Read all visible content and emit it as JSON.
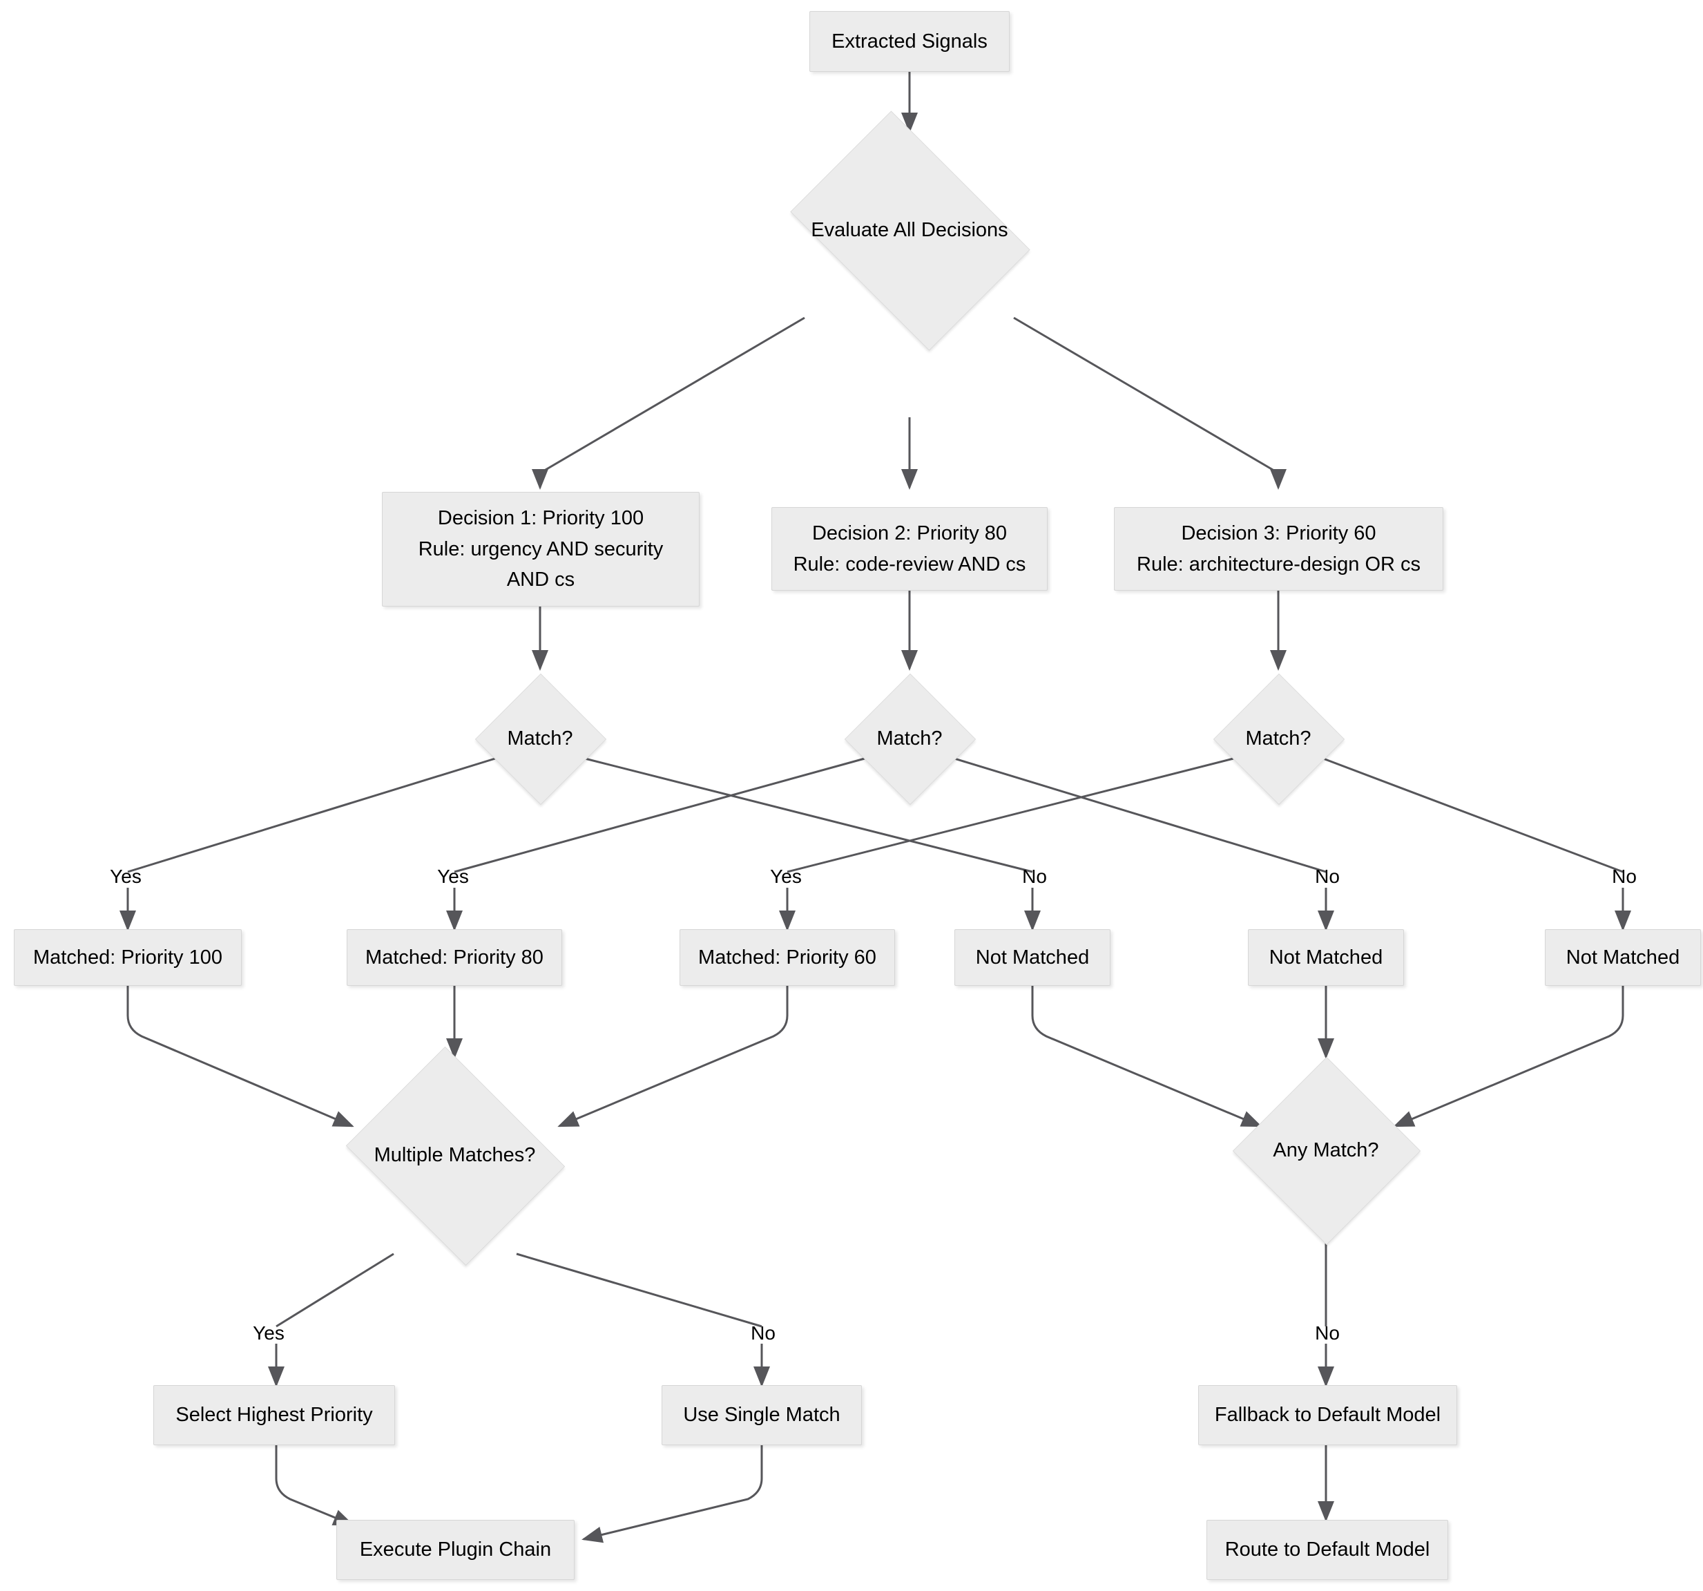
{
  "diagram": {
    "type": "flowchart",
    "title": "Decision Routing Flowchart",
    "background_color": "#ffffff",
    "node_fill": "#ECECEC",
    "node_stroke": "#D6D6D6",
    "edge_color": "#4A4A4A",
    "text_color": "#000000",
    "nodes": {
      "extracted_signals": {
        "label": "Extracted Signals",
        "shape": "rect"
      },
      "evaluate_all": {
        "label": "Evaluate All Decisions",
        "shape": "diamond"
      },
      "decision1": {
        "label": "Decision 1: Priority 100\nRule: urgency AND security\nAND cs",
        "shape": "rect"
      },
      "decision2": {
        "label": "Decision 2: Priority 80\nRule: code-review AND cs",
        "shape": "rect"
      },
      "decision3": {
        "label": "Decision 3: Priority 60\nRule: architecture-design OR cs",
        "shape": "rect"
      },
      "match1": {
        "label": "Match?",
        "shape": "diamond"
      },
      "match2": {
        "label": "Match?",
        "shape": "diamond"
      },
      "match3": {
        "label": "Match?",
        "shape": "diamond"
      },
      "matched100": {
        "label": "Matched: Priority 100",
        "shape": "rect"
      },
      "matched80": {
        "label": "Matched: Priority 80",
        "shape": "rect"
      },
      "matched60": {
        "label": "Matched: Priority 60",
        "shape": "rect"
      },
      "notmatched1": {
        "label": "Not Matched",
        "shape": "rect"
      },
      "notmatched2": {
        "label": "Not Matched",
        "shape": "rect"
      },
      "notmatched3": {
        "label": "Not Matched",
        "shape": "rect"
      },
      "multiple_matches": {
        "label": "Multiple Matches?",
        "shape": "diamond"
      },
      "any_match": {
        "label": "Any Match?",
        "shape": "diamond"
      },
      "select_highest": {
        "label": "Select Highest Priority",
        "shape": "rect"
      },
      "use_single": {
        "label": "Use Single Match",
        "shape": "rect"
      },
      "fallback_default": {
        "label": "Fallback to Default Model",
        "shape": "rect"
      },
      "execute_plugin": {
        "label": "Execute Plugin Chain",
        "shape": "rect"
      },
      "route_default": {
        "label": "Route to Default Model",
        "shape": "rect"
      }
    },
    "edge_labels": {
      "yes1": "Yes",
      "yes2": "Yes",
      "yes3": "Yes",
      "no1": "No",
      "no2": "No",
      "no3": "No",
      "multi_yes": "Yes",
      "multi_no": "No",
      "any_no": "No"
    },
    "edges": [
      {
        "from": "extracted_signals",
        "to": "evaluate_all",
        "label": ""
      },
      {
        "from": "evaluate_all",
        "to": "decision1",
        "label": ""
      },
      {
        "from": "evaluate_all",
        "to": "decision2",
        "label": ""
      },
      {
        "from": "evaluate_all",
        "to": "decision3",
        "label": ""
      },
      {
        "from": "decision1",
        "to": "match1",
        "label": ""
      },
      {
        "from": "decision2",
        "to": "match2",
        "label": ""
      },
      {
        "from": "decision3",
        "to": "match3",
        "label": ""
      },
      {
        "from": "match1",
        "to": "matched100",
        "label": "Yes"
      },
      {
        "from": "match1",
        "to": "notmatched1",
        "label": "No"
      },
      {
        "from": "match2",
        "to": "matched80",
        "label": "Yes"
      },
      {
        "from": "match2",
        "to": "notmatched2",
        "label": "No"
      },
      {
        "from": "match3",
        "to": "matched60",
        "label": "Yes"
      },
      {
        "from": "match3",
        "to": "notmatched3",
        "label": "No"
      },
      {
        "from": "matched100",
        "to": "multiple_matches",
        "label": ""
      },
      {
        "from": "matched80",
        "to": "multiple_matches",
        "label": ""
      },
      {
        "from": "matched60",
        "to": "multiple_matches",
        "label": ""
      },
      {
        "from": "notmatched1",
        "to": "any_match",
        "label": ""
      },
      {
        "from": "notmatched2",
        "to": "any_match",
        "label": ""
      },
      {
        "from": "notmatched3",
        "to": "any_match",
        "label": ""
      },
      {
        "from": "multiple_matches",
        "to": "select_highest",
        "label": "Yes"
      },
      {
        "from": "multiple_matches",
        "to": "use_single",
        "label": "No"
      },
      {
        "from": "any_match",
        "to": "fallback_default",
        "label": "No"
      },
      {
        "from": "select_highest",
        "to": "execute_plugin",
        "label": ""
      },
      {
        "from": "use_single",
        "to": "execute_plugin",
        "label": ""
      },
      {
        "from": "fallback_default",
        "to": "route_default",
        "label": ""
      }
    ]
  }
}
